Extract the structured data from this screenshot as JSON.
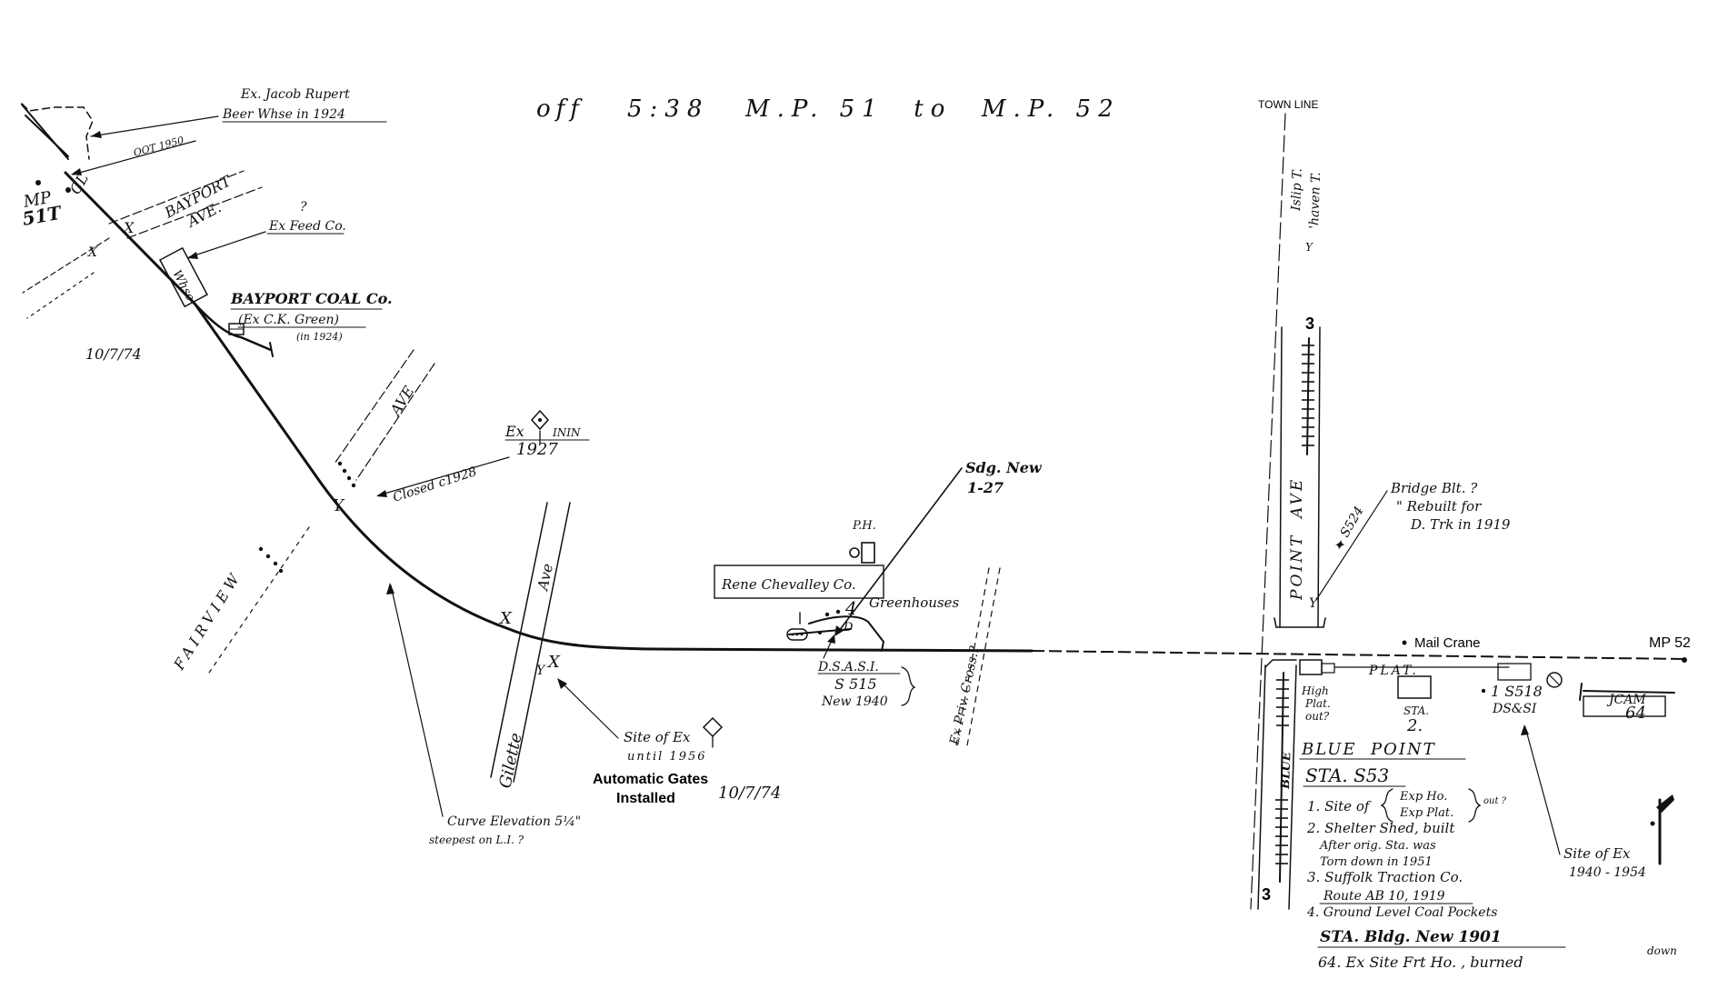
{
  "header": {
    "offset": "off",
    "offset_num": "5:38",
    "range": "M.P. 51  to  M.P. 52",
    "town_line": "TOWN LINE"
  },
  "milepost_left": {
    "line1": "MP",
    "line2": "51T"
  },
  "milepost_right": "MP 52",
  "streets": {
    "bayport_ave": [
      "BAYPORT",
      "AVE."
    ],
    "cl": "CL",
    "ave_upper": "AVE",
    "fairview": "FAIRVIEW",
    "gilette": "Gilette",
    "gilette_ave": "Ave",
    "ex_priv_cross": "Ex Priv. Cross.?",
    "islip_line": "Islip T.",
    "haven_line": "'haven T.",
    "point_ave": "POINT  AVE",
    "blue": "BLUE"
  },
  "notes": {
    "jacob_rupert": [
      "Ex. Jacob Rupert",
      "Beer Whse in 1924"
    ],
    "oot1950": "OOT 1950",
    "ex_feed": [
      "?",
      "Ex Feed Co."
    ],
    "whse": "Whse",
    "bayport_coal": [
      "BAYPORT COAL Co.",
      "(Ex C.K. Green)",
      "(in 1924)"
    ],
    "date_left": "10/7/74",
    "ex_ininn": [
      "Ex",
      "ININ",
      "1927"
    ],
    "closed": "Closed c1928",
    "sdg_new": [
      "Sdg. New",
      "1-27"
    ],
    "ph": "P.H.",
    "rene": "Rene Chevalley Co.",
    "greenhouses": "Greenhouses",
    "num4": "4",
    "dsasi": [
      "D.S.A.S.I.",
      "S 515",
      "New 1940"
    ],
    "site_ex": [
      "Site of Ex",
      "until 1956"
    ],
    "auto_gates": [
      "Automatic Gates",
      "Installed"
    ],
    "date_bottom": "10/7/74",
    "curve": [
      "Curve Elevation 5¼\"",
      "steepest on L.I. ?"
    ],
    "bridge": [
      "Bridge Blt. ?",
      "\" Rebuilt for",
      "D. Trk in 1919"
    ],
    "s524": "S524",
    "mail_crane": "Mail Crane",
    "high_plat": [
      "High",
      "Plat.",
      "out?"
    ],
    "plat": "PLAT.",
    "sta2": [
      "STA.",
      "2."
    ],
    "s518": [
      "1 S518",
      "DS&SI"
    ],
    "jcam": [
      "JCAM",
      "64"
    ],
    "three_top": "3",
    "three_bottom": "3",
    "site_ex_2": [
      "Site of Ex",
      "1940 - 1954"
    ]
  },
  "legend": {
    "title": "BLUE  POINT",
    "station": "STA. S53",
    "item1": "1. Site of",
    "item1_options": [
      "Exp Ho.",
      "Exp Plat."
    ],
    "item1_out": "out ?",
    "item2": [
      "2. Shelter Shed, built",
      "After orig. Sta. was",
      "Torn down in 1951"
    ],
    "item3": [
      "3. Suffolk Traction Co.",
      "Route AB 10, 1919"
    ],
    "item4": "4. Ground Level Coal Pockets",
    "sta_bldg": "STA. Bldg. New 1901",
    "item64": "64. Ex Site Frt Ho. , burned",
    "down": "down"
  }
}
